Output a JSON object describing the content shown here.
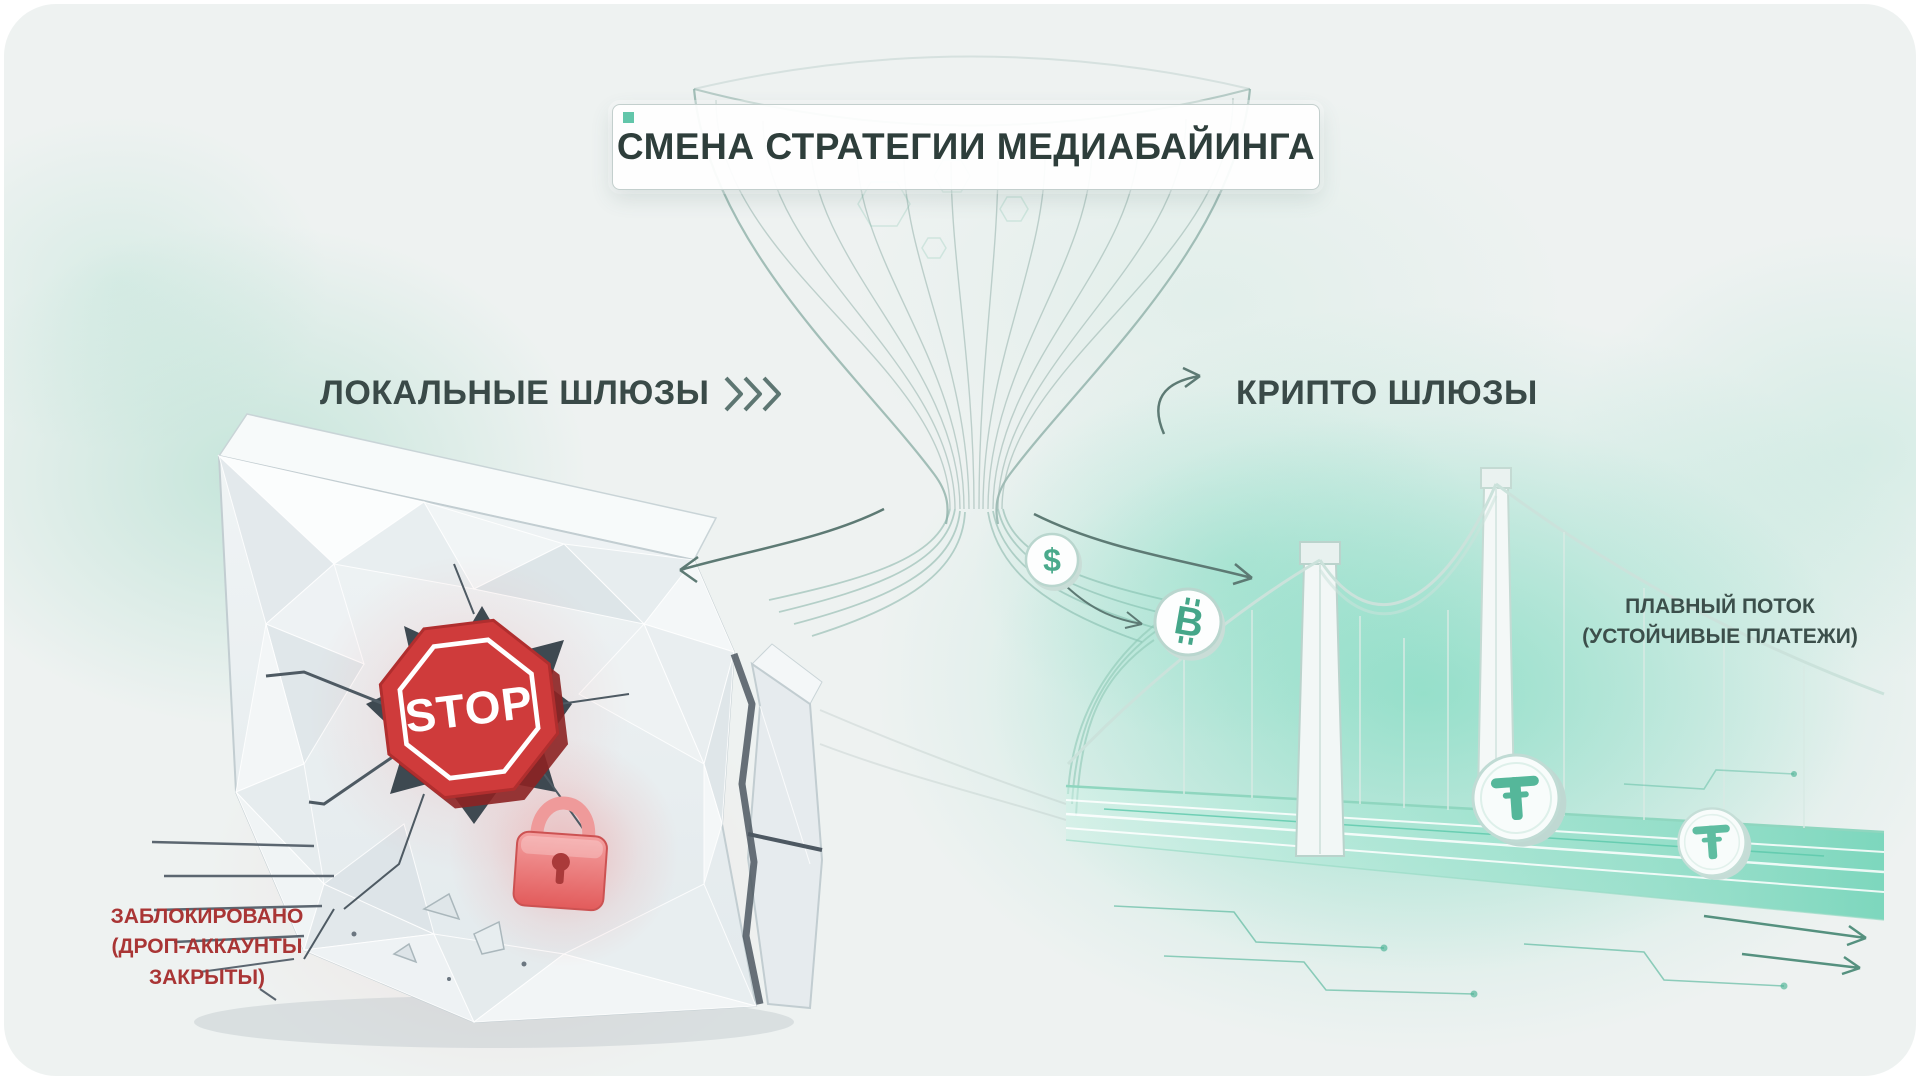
{
  "title": "СМЕНА СТРАТЕГИИ МЕДИАБАЙИНГА",
  "left_section": {
    "label": "ЛОКАЛЬНЫЕ ШЛЮЗЫ",
    "stop_sign_text": "STOP",
    "caption_line1": "ЗАБЛОКИРОВАНО",
    "caption_line2": "(ДРОП-АККАУНТЫ",
    "caption_line3": "ЗАКРЫТЫ)"
  },
  "right_section": {
    "label": "КРИПТО ШЛЮЗЫ",
    "caption_line1": "ПЛАВНЫЙ ПОТОК",
    "caption_line2": "(УСТОЙЧИВЫЕ ПЛАТЕЖИ)",
    "coins": {
      "dollar_symbol": "$",
      "bitcoin_symbol": "B",
      "tether_symbol": "T"
    }
  },
  "colors": {
    "background": "#eef2f1",
    "accent_teal": "#5fc9ae",
    "stop_red": "#cf3b3b",
    "lock_red": "#e25b5b",
    "caption_red": "#a93535",
    "text_dark": "#2e3e3b"
  }
}
